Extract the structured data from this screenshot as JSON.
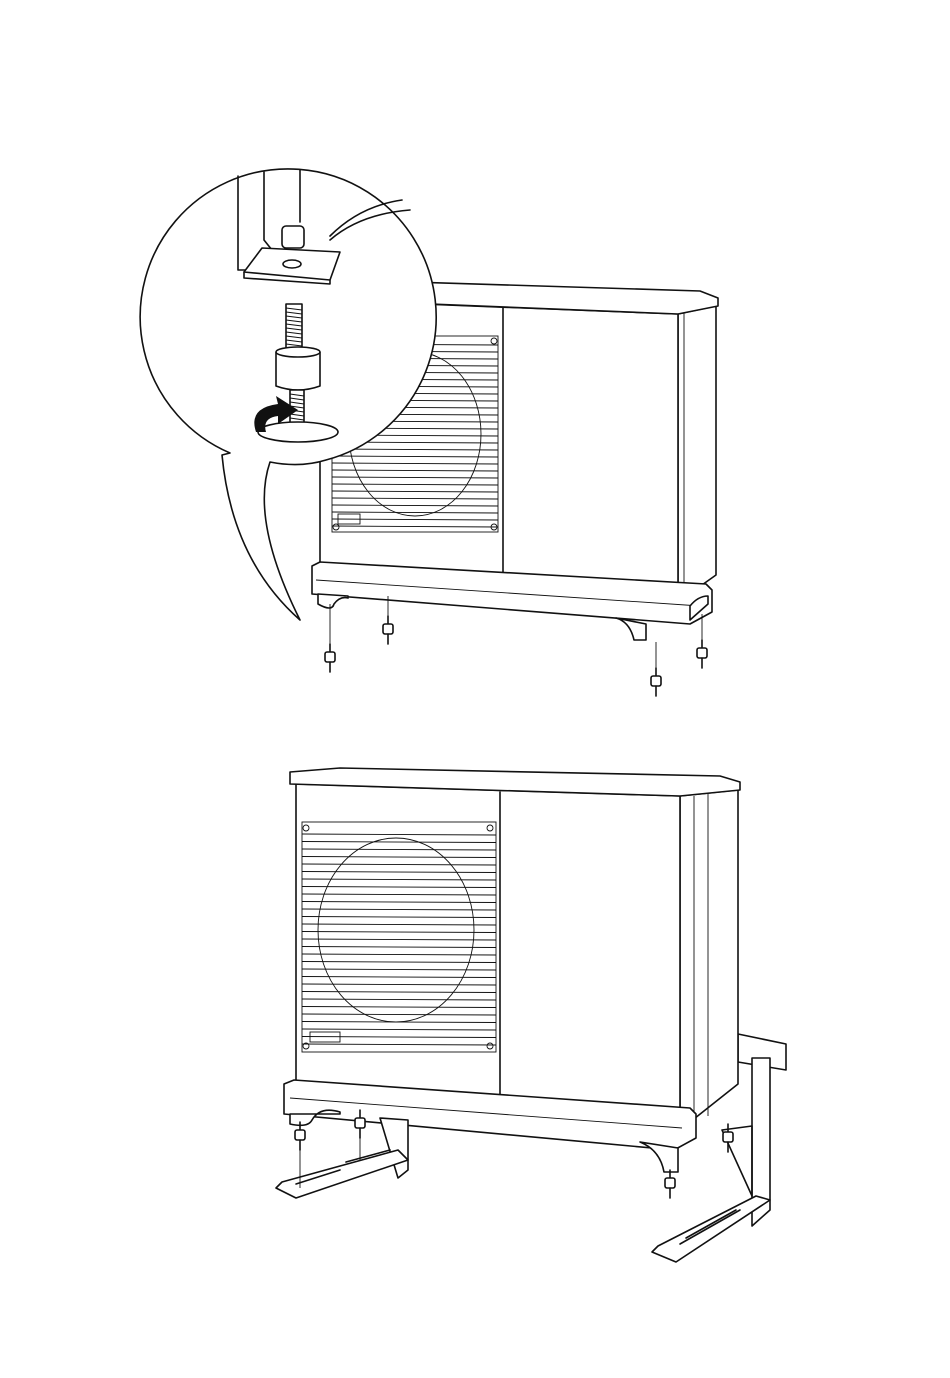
{
  "figure": {
    "top": {
      "name": "heat-pump-with-vibration-dampers",
      "detail": "damper-installation-detail",
      "dampers": 4
    },
    "bottom": {
      "name": "heat-pump-on-wall-brackets"
    }
  },
  "colors": {
    "line": "#111111",
    "background": "#ffffff"
  }
}
